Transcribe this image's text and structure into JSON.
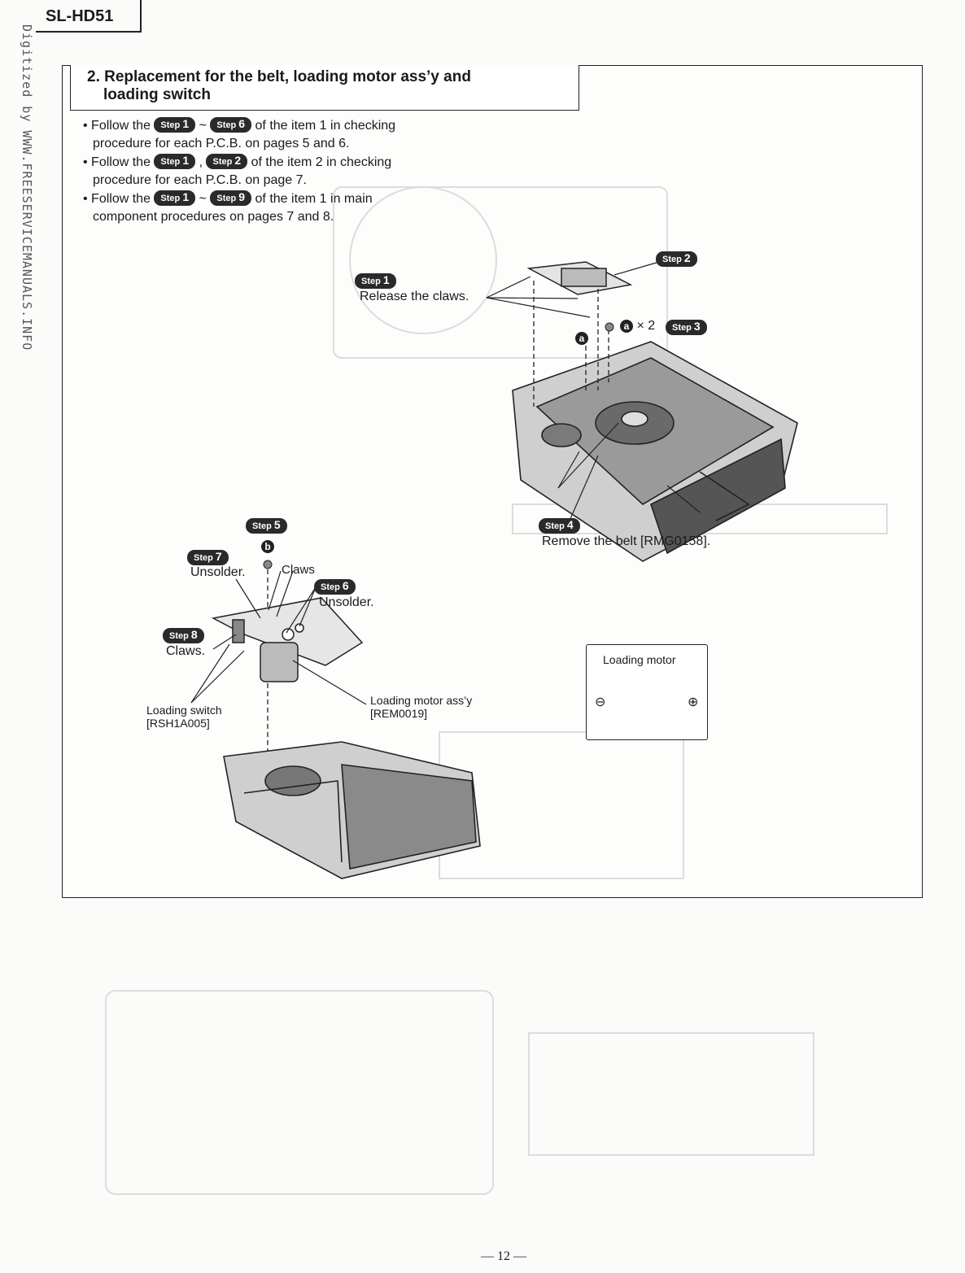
{
  "header": {
    "model": "SL-HD51"
  },
  "watermark": "Digitized by WWW.FREESERVICEMANUALS.INFO",
  "section": {
    "title_line1": "2. Replacement for the belt, loading motor ass’y and",
    "title_line2": "loading switch"
  },
  "instructions": [
    {
      "pre": "• Follow the",
      "step_a": "1",
      "sep": "~",
      "step_b": "6",
      "post": "of the item 1 in checking",
      "cont": "procedure for each P.C.B. on pages 5 and 6."
    },
    {
      "pre": "• Follow the",
      "step_a": "1",
      "sep": ",",
      "step_b": "2",
      "post": "of the item 2 in checking",
      "cont": "procedure for each P.C.B. on page 7."
    },
    {
      "pre": "• Follow the",
      "step_a": "1",
      "sep": "~",
      "step_b": "9",
      "post": "of the item 1 in main",
      "cont": "component procedures on pages 7 and 8."
    }
  ],
  "step_word": "Step",
  "steps": {
    "s1": {
      "num": "1",
      "text": "Release the claws."
    },
    "s2": {
      "num": "2"
    },
    "s3": {
      "num": "3",
      "screw": "a",
      "count": "× 2"
    },
    "s4": {
      "num": "4",
      "text": "Remove the belt [RMG0158]."
    },
    "s5": {
      "num": "5",
      "screw": "b"
    },
    "s6": {
      "num": "6",
      "text": "Unsolder."
    },
    "s7": {
      "num": "7",
      "text": "Unsolder."
    },
    "s8": {
      "num": "8",
      "text": "Claws."
    }
  },
  "labels": {
    "claws": "Claws",
    "screw_a": "a",
    "loading_switch": "Loading switch",
    "loading_switch_part": "[RSH1A005]",
    "loading_motor_assy": "Loading motor ass’y",
    "loading_motor_part": "[REM0019]"
  },
  "motor_box": {
    "title": "Loading motor",
    "minus": "⊖",
    "plus": "⊕"
  },
  "page_number": "— 12 —"
}
